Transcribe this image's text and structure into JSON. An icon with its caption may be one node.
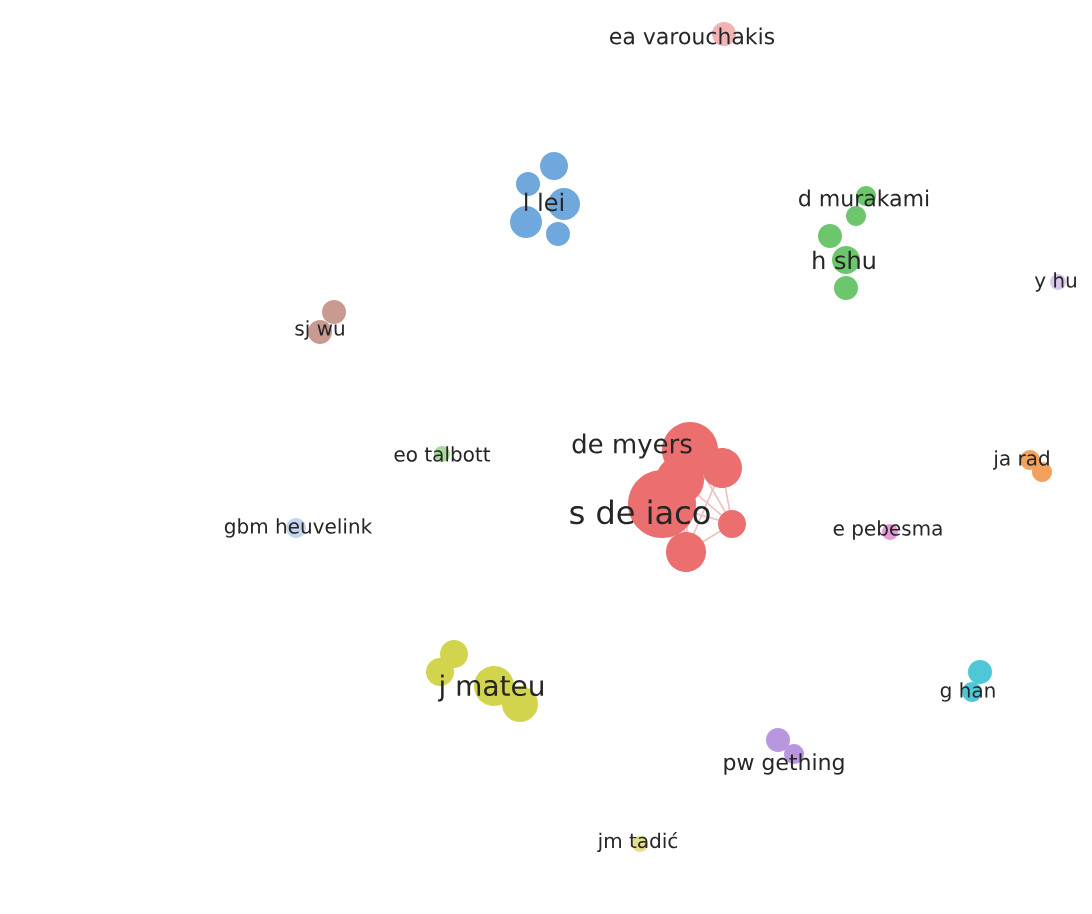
{
  "diagram": {
    "nodes": [
      {
        "text": [
          "ea varouchakis"
        ]
      },
      {
        "text": [
          "l lei"
        ]
      },
      {
        "text": [
          "d murakami"
        ]
      },
      {
        "text": [
          "h shu"
        ]
      },
      {
        "text": [
          "y hu"
        ]
      },
      {
        "text": [
          "sj wu"
        ]
      },
      {
        "text": [
          "de myers"
        ]
      },
      {
        "text": [
          "s de iaco"
        ]
      },
      {
        "text": [
          "eo talbott"
        ]
      },
      {
        "text": [
          "ja rad"
        ]
      },
      {
        "text": [
          "gbm heuvelink"
        ]
      },
      {
        "text": [
          "e pebesma"
        ]
      },
      {
        "text": [
          "j mateu"
        ]
      },
      {
        "text": [
          "g han"
        ]
      },
      {
        "text": [
          "pw gething"
        ]
      },
      {
        "text": [
          "jm tadić"
        ]
      }
    ]
  }
}
